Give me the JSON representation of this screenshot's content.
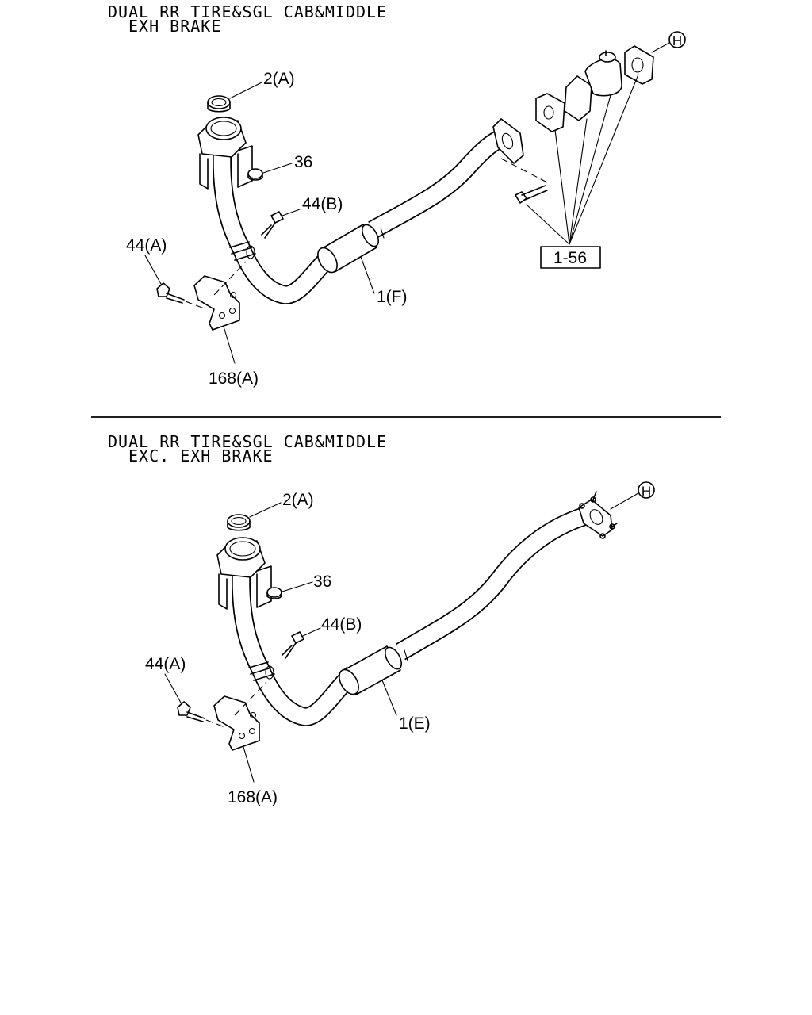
{
  "top": {
    "header_line1": "DUAL RR TIRE&SGL CAB&MIDDLE",
    "header_line2": "EXH BRAKE",
    "label_2a": "2(A)",
    "label_36": "36",
    "label_44b": "44(B)",
    "label_44a": "44(A)",
    "label_1f": "1(F)",
    "label_168a": "168(A)",
    "ref_box": "1-56",
    "connector": "H"
  },
  "bottom": {
    "header_line1": "DUAL RR TIRE&SGL CAB&MIDDLE",
    "header_line2": "EXC. EXH BRAKE",
    "label_2a": "2(A)",
    "label_36": "36",
    "label_44b": "44(B)",
    "label_44a": "44(A)",
    "label_1e": "1(E)",
    "label_168a": "168(A)",
    "connector": "H"
  }
}
